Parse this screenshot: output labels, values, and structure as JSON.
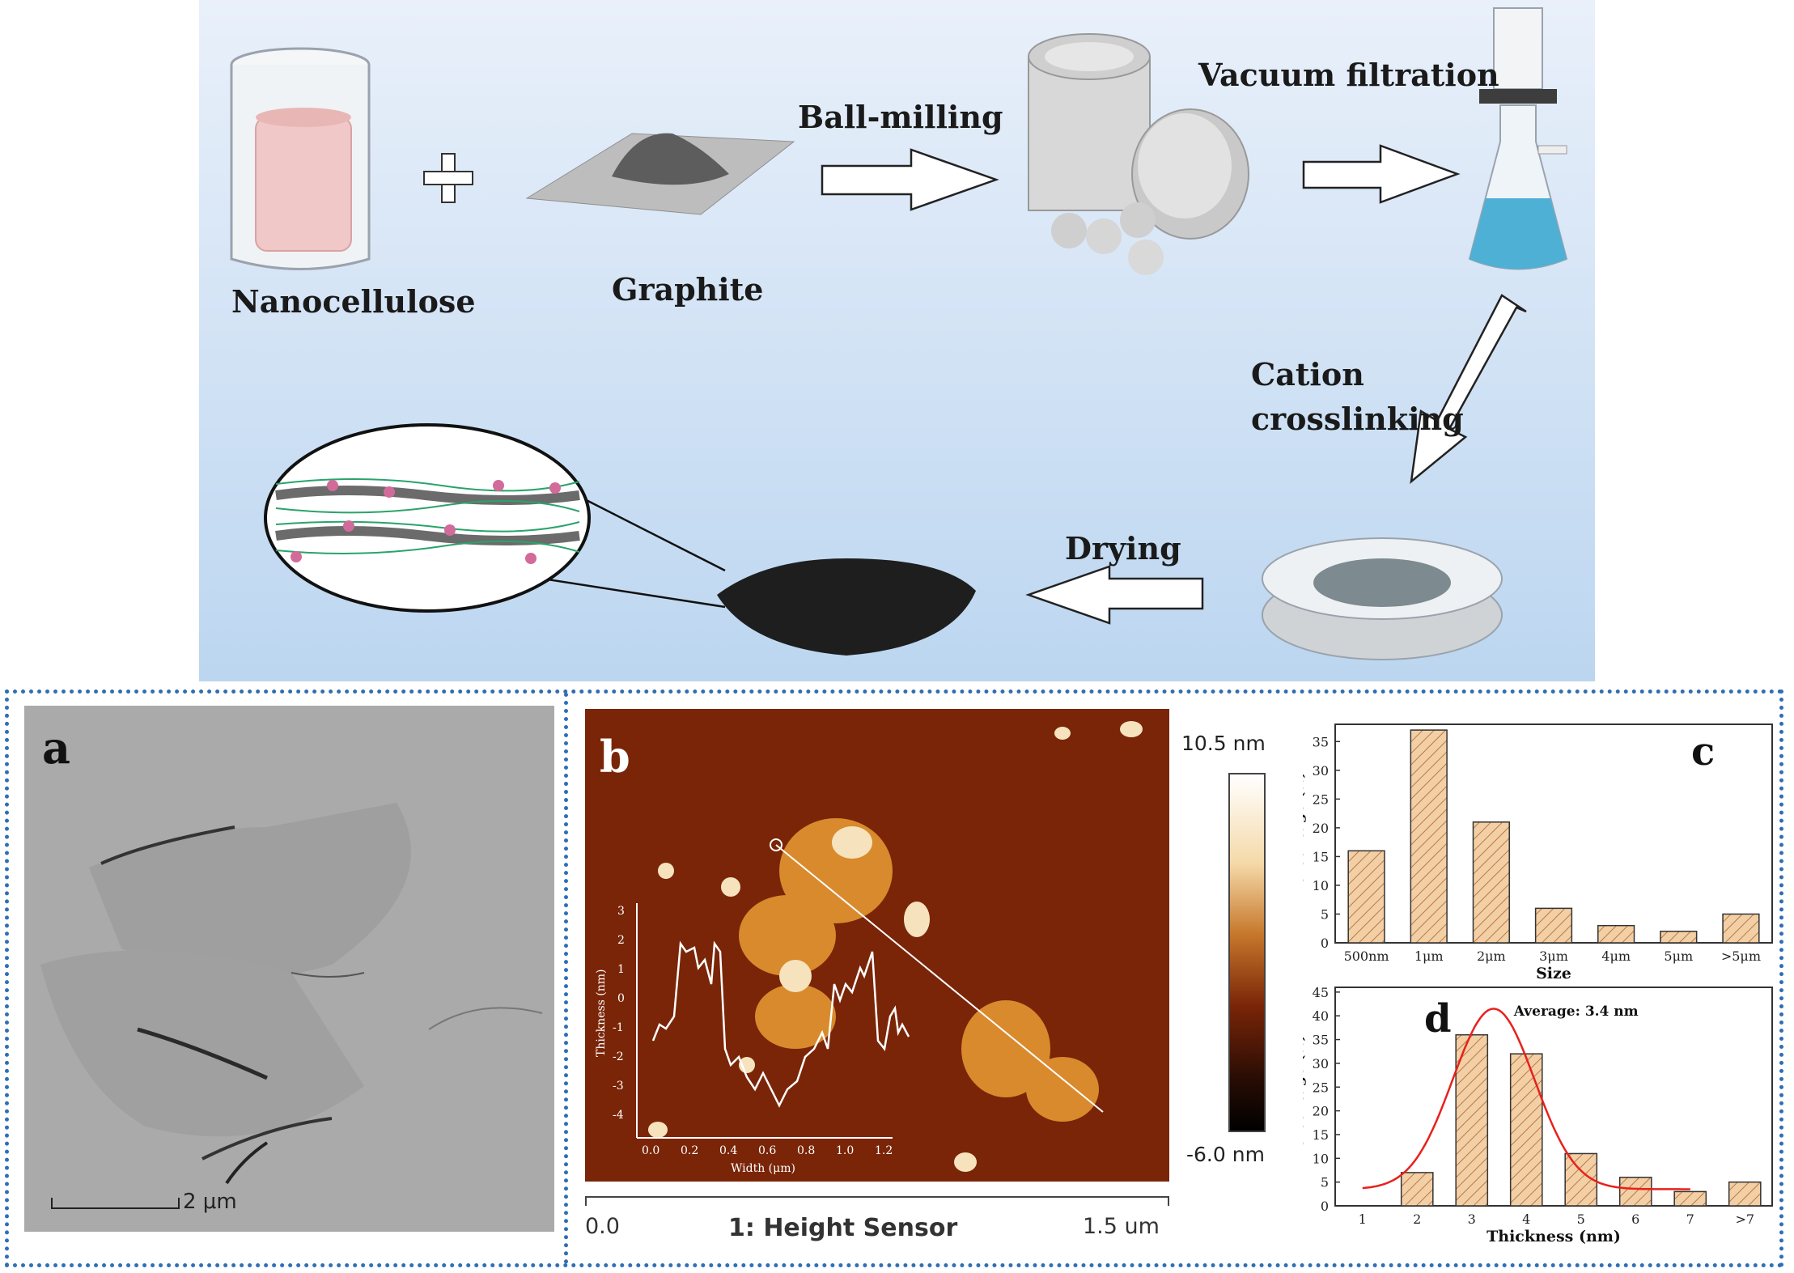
{
  "scheme": {
    "nanocellulose": "Nanocellulose",
    "graphite": "Graphite",
    "ball_milling": "Ball-milling",
    "vacuum_filtration": "Vacuum filtration",
    "cation_line1": "Cation",
    "cation_line2": "crosslinking",
    "drying": "Drying"
  },
  "panel_a": {
    "letter": "a",
    "scalebar": "2 μm"
  },
  "panel_b": {
    "letter": "b",
    "colorbar_max": "10.5 nm",
    "colorbar_min": "-6.0 nm",
    "footer_left": "0.0",
    "footer_title": "1: Height Sensor",
    "footer_right": "1.5 um",
    "inset": {
      "ylabel": "Thickness (nm)",
      "xlabel": "Width (μm)",
      "yticks": [
        "3",
        "2",
        "1",
        "0",
        "-1",
        "-2",
        "-3",
        "-4"
      ],
      "xticks": [
        "0.0",
        "0.2",
        "0.4",
        "0.6",
        "0.8",
        "1.0",
        "1.2"
      ]
    }
  },
  "chart_data": [
    {
      "panel": "c",
      "type": "bar",
      "categories": [
        "500nm",
        "1μm",
        "2μm",
        "3μm",
        "4μm",
        "5μm",
        ">5μm"
      ],
      "values": [
        16,
        37,
        21,
        6,
        3,
        2,
        5
      ],
      "xlabel": "Size",
      "ylabel": "Percentage (%)",
      "ylim": [
        0,
        38
      ],
      "yticks": [
        "0",
        "5",
        "10",
        "15",
        "20",
        "25",
        "30",
        "35"
      ],
      "color": "#f3cfa6"
    },
    {
      "panel": "d",
      "type": "bar",
      "categories": [
        "1",
        "2",
        "3",
        "4",
        "5",
        "6",
        "7",
        ">7"
      ],
      "values": [
        0,
        7,
        36,
        32,
        11,
        6,
        3,
        5
      ],
      "xlabel": "Thickness (nm)",
      "ylabel": "Percentage (%)",
      "ylim": [
        0,
        46
      ],
      "yticks": [
        "0",
        "5",
        "10",
        "15",
        "20",
        "25",
        "30",
        "35",
        "40",
        "45"
      ],
      "annotation": "Average: 3.4 nm",
      "fit_color": "#e8211c",
      "color": "#f3cfa6"
    }
  ]
}
